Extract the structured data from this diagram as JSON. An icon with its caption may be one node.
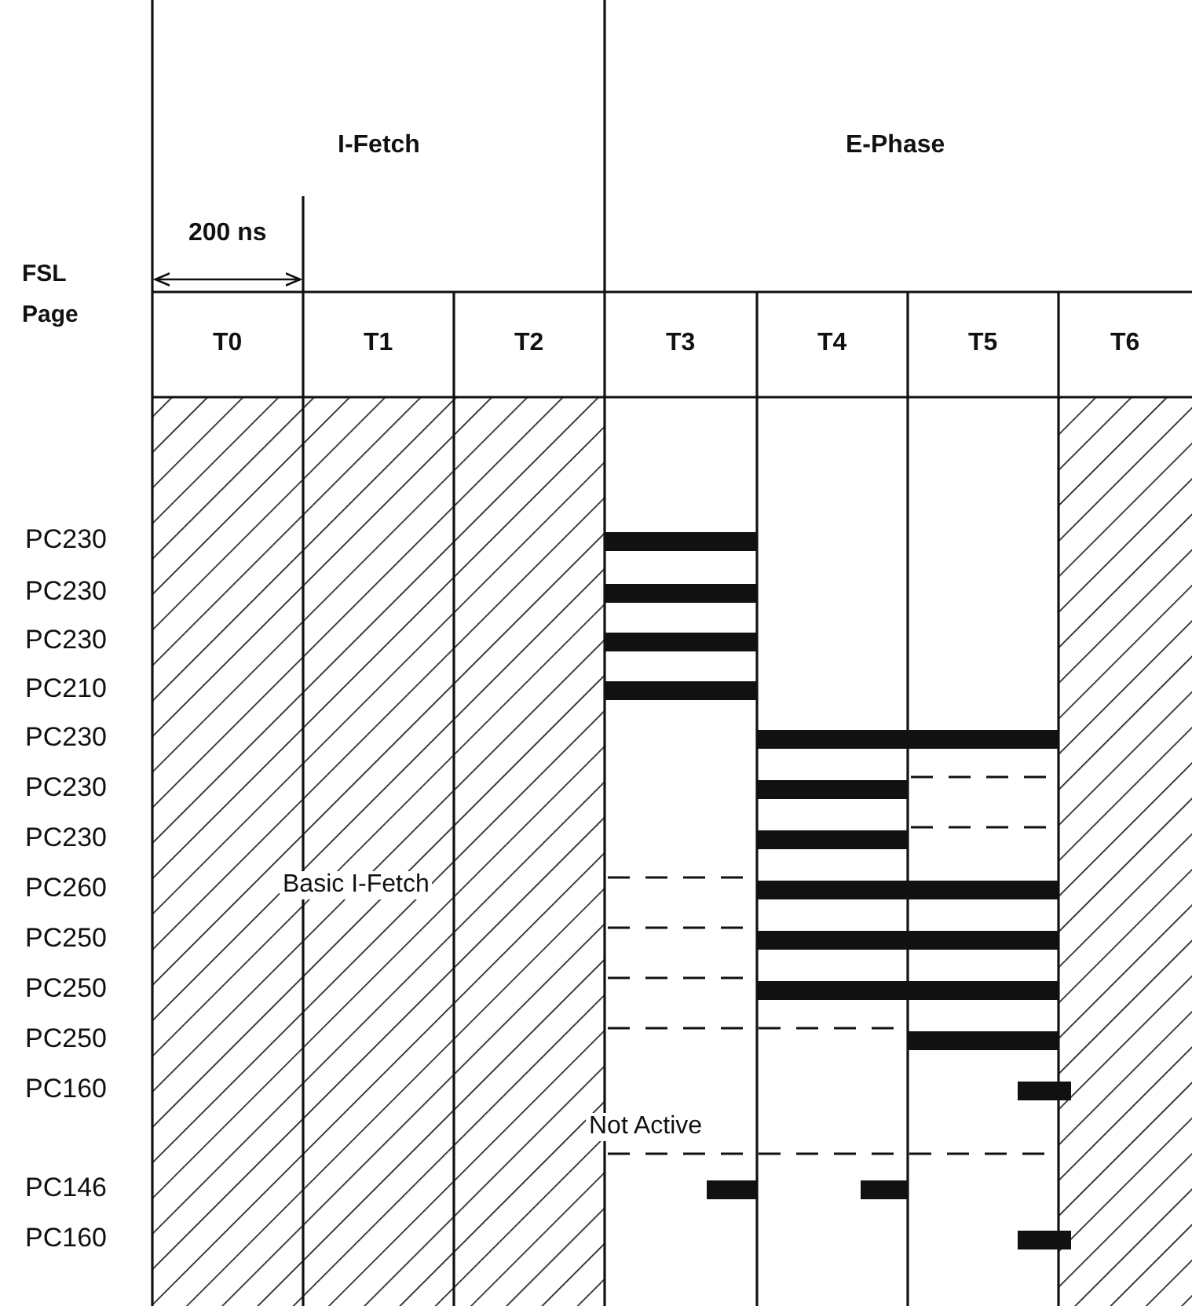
{
  "diagram": {
    "labels": [
      "I-Fetch",
      "E-Phase",
      "200 ns",
      "FSL Page",
      "T0",
      "T1",
      "T2",
      "T3",
      "T4",
      "T5",
      "T6",
      "PC230",
      "PC230",
      "PC230",
      "PC210",
      "PC230",
      "PC230",
      "PC230",
      "PC260",
      "PC250",
      "PC250",
      "PC250",
      "PC160",
      "PC146",
      "PC160",
      "Basic I-Fetch",
      "Not Active"
    ]
  }
}
